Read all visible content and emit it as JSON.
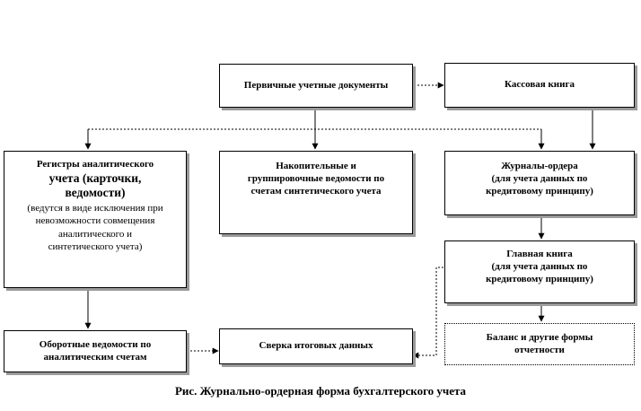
{
  "boxes": {
    "primary_docs": {
      "lines": [
        "Первичные учетные документы"
      ]
    },
    "cash_book": {
      "lines": [
        "Кассовая книга"
      ]
    },
    "analytic_registers": {
      "title_lines": [
        "Регистры аналитического",
        "учета (карточки,",
        "ведомости)"
      ],
      "note_lines": [
        "(ведутся в виде исключения при",
        "невозможности совмещения",
        "аналитического и",
        "синтетического учета)"
      ]
    },
    "cumulative_sheets": {
      "lines": [
        "Накопительные и",
        "группировочные ведомости по",
        "счетам синтетического учета"
      ]
    },
    "journal_orders": {
      "lines": [
        "Журналы-ордера",
        "(для учета данных по",
        "кредитовому принципу)"
      ]
    },
    "general_ledger": {
      "lines": [
        "Главная книга",
        "(для учета данных по",
        "кредитовому принципу)"
      ]
    },
    "turnover_sheets": {
      "lines": [
        "Оборотные ведомости по",
        "аналитическим счетам"
      ]
    },
    "reconciliation": {
      "lines": [
        "Сверка итоговых данных"
      ]
    },
    "balance_reports": {
      "lines": [
        "Баланс и другие формы",
        "отчетности"
      ]
    }
  },
  "caption": "Рис. Журнально-ордерная форма бухгалтерского учета"
}
